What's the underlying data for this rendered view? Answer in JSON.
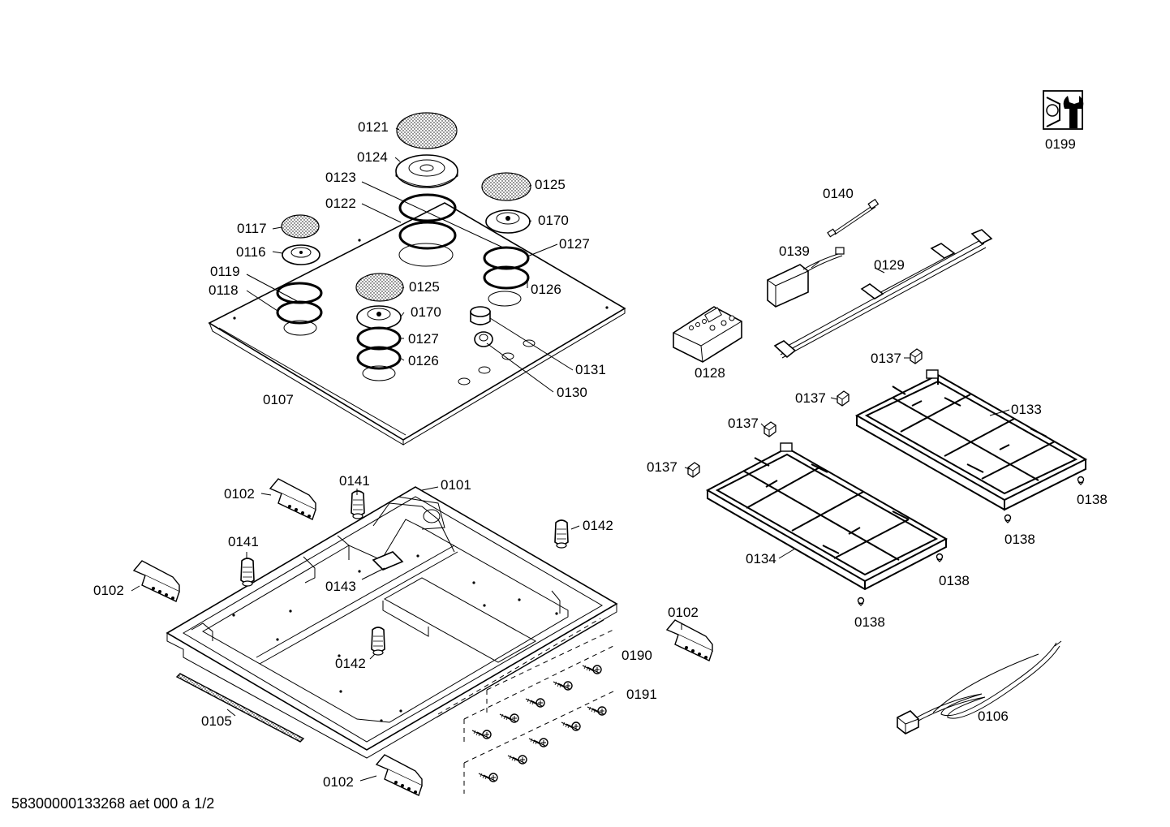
{
  "drawing_id": "58300000133268 aet 000 a 1/2",
  "labels": {
    "p0121": "0121",
    "p0124": "0124",
    "p0123": "0123",
    "p0122": "0122",
    "p0125a": "0125",
    "p0170a": "0170",
    "p0127a": "0127",
    "p0126a": "0126",
    "p0117": "0117",
    "p0116": "0116",
    "p0119": "0119",
    "p0118": "0118",
    "p0125b": "0125",
    "p0170b": "0170",
    "p0127b": "0127",
    "p0126b": "0126",
    "p0131": "0131",
    "p0130": "0130",
    "p0107": "0107",
    "p0199": "0199",
    "p0140": "0140",
    "p0139": "0139",
    "p0129": "0129",
    "p0128": "0128",
    "p0137a": "0137",
    "p0137b": "0137",
    "p0137c": "0137",
    "p0137d": "0137",
    "p0133": "0133",
    "p0138a": "0138",
    "p0138b": "0138",
    "p0138c": "0138",
    "p0138d": "0138",
    "p0134": "0134",
    "p0102a": "0102",
    "p0141a": "0141",
    "p0101": "0101",
    "p0142a": "0142",
    "p0141b": "0141",
    "p0102b": "0102",
    "p0143": "0143",
    "p0142b": "0142",
    "p0102c": "0102",
    "p0190": "0190",
    "p0191": "0191",
    "p0105": "0105",
    "p0102d": "0102",
    "p0106": "0106"
  }
}
